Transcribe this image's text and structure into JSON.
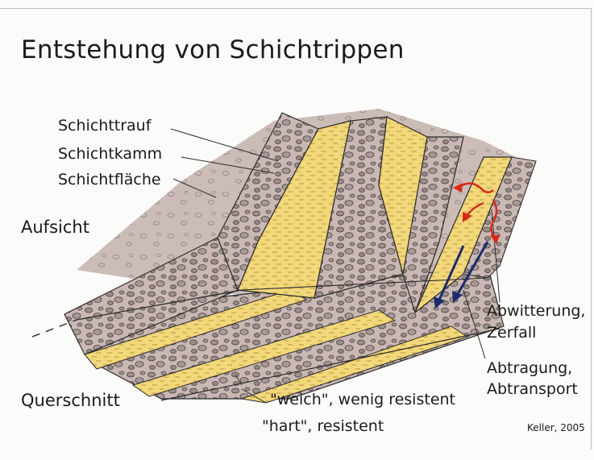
{
  "title": "Entstehung von Schichtrippen",
  "labels": {
    "traufe": "Schichttrauf",
    "kamm": "Schichtkamm",
    "flaeche": "Schichtfläche",
    "aufsicht": "Aufsicht",
    "querschnitt": "Querschnitt",
    "weich": "\"weich\", wenig resistent",
    "hart": "\"hart\", resistent",
    "abwitterung": "Abwitterung,",
    "zerfall": "Zerfall",
    "abtragung": "Abtragung,",
    "abtransport": "Abtransport"
  },
  "credit": "Keller, 2005",
  "colors": {
    "hard_rock": "#c9b8b3",
    "soft_rock": "#f2d77b",
    "weathering_arrow": "#d8291a",
    "transport_arrow": "#1d2a6e",
    "line": "#2a2a2a"
  }
}
